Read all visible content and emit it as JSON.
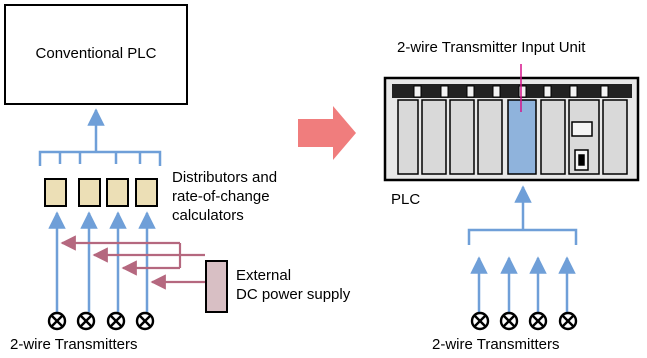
{
  "left": {
    "plc_label": "Conventional PLC",
    "distributors_label": "Distributors and\nrate-of-change\ncalculators",
    "power_label": "External\nDC power supply",
    "transmitters_label": "2-wire Transmitters"
  },
  "right": {
    "unit_label": "2-wire Transmitter Input Unit",
    "plc_label": "PLC",
    "transmitters_label": "2-wire Transmitters"
  },
  "colors": {
    "signal_blue": "#6f9fd8",
    "power_line": "#b5687f",
    "distributor_fill": "#ecdfb6",
    "power_fill": "#d8bfc4",
    "arrow_fill": "#f07d7d",
    "module_fill": "#d9d9d9",
    "rack_fill": "#e8e8e8",
    "highlight_module": "#8fb3dc",
    "callout_line": "#d6138a"
  }
}
